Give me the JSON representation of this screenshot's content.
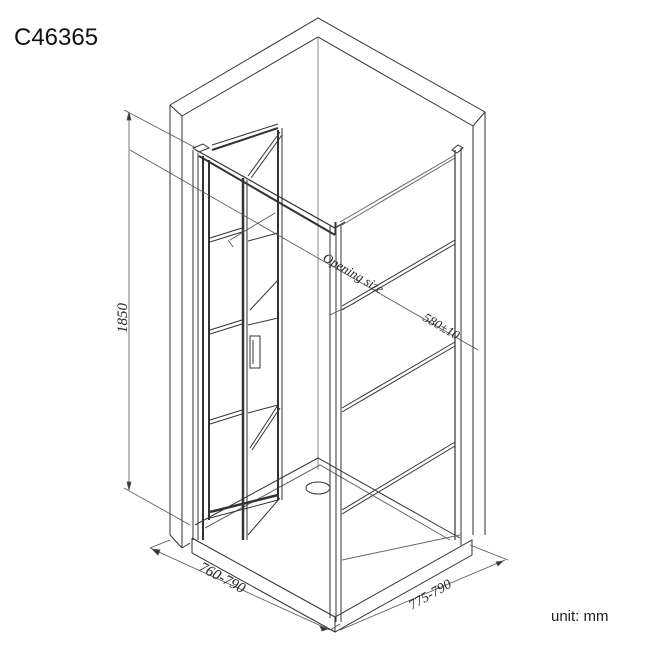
{
  "title": {
    "model_code": "C46365"
  },
  "units": {
    "label": "unit: mm"
  },
  "dimensions": {
    "height": "1850",
    "width_front": "760-790",
    "width_side": "775-790",
    "opening_label": "Opening size",
    "opening_value": "580±10"
  },
  "drawing": {
    "description": "Isometric line drawing of a corner shower enclosure with bi-fold door and side panel",
    "line_color": "#333333",
    "background": "#ffffff"
  }
}
